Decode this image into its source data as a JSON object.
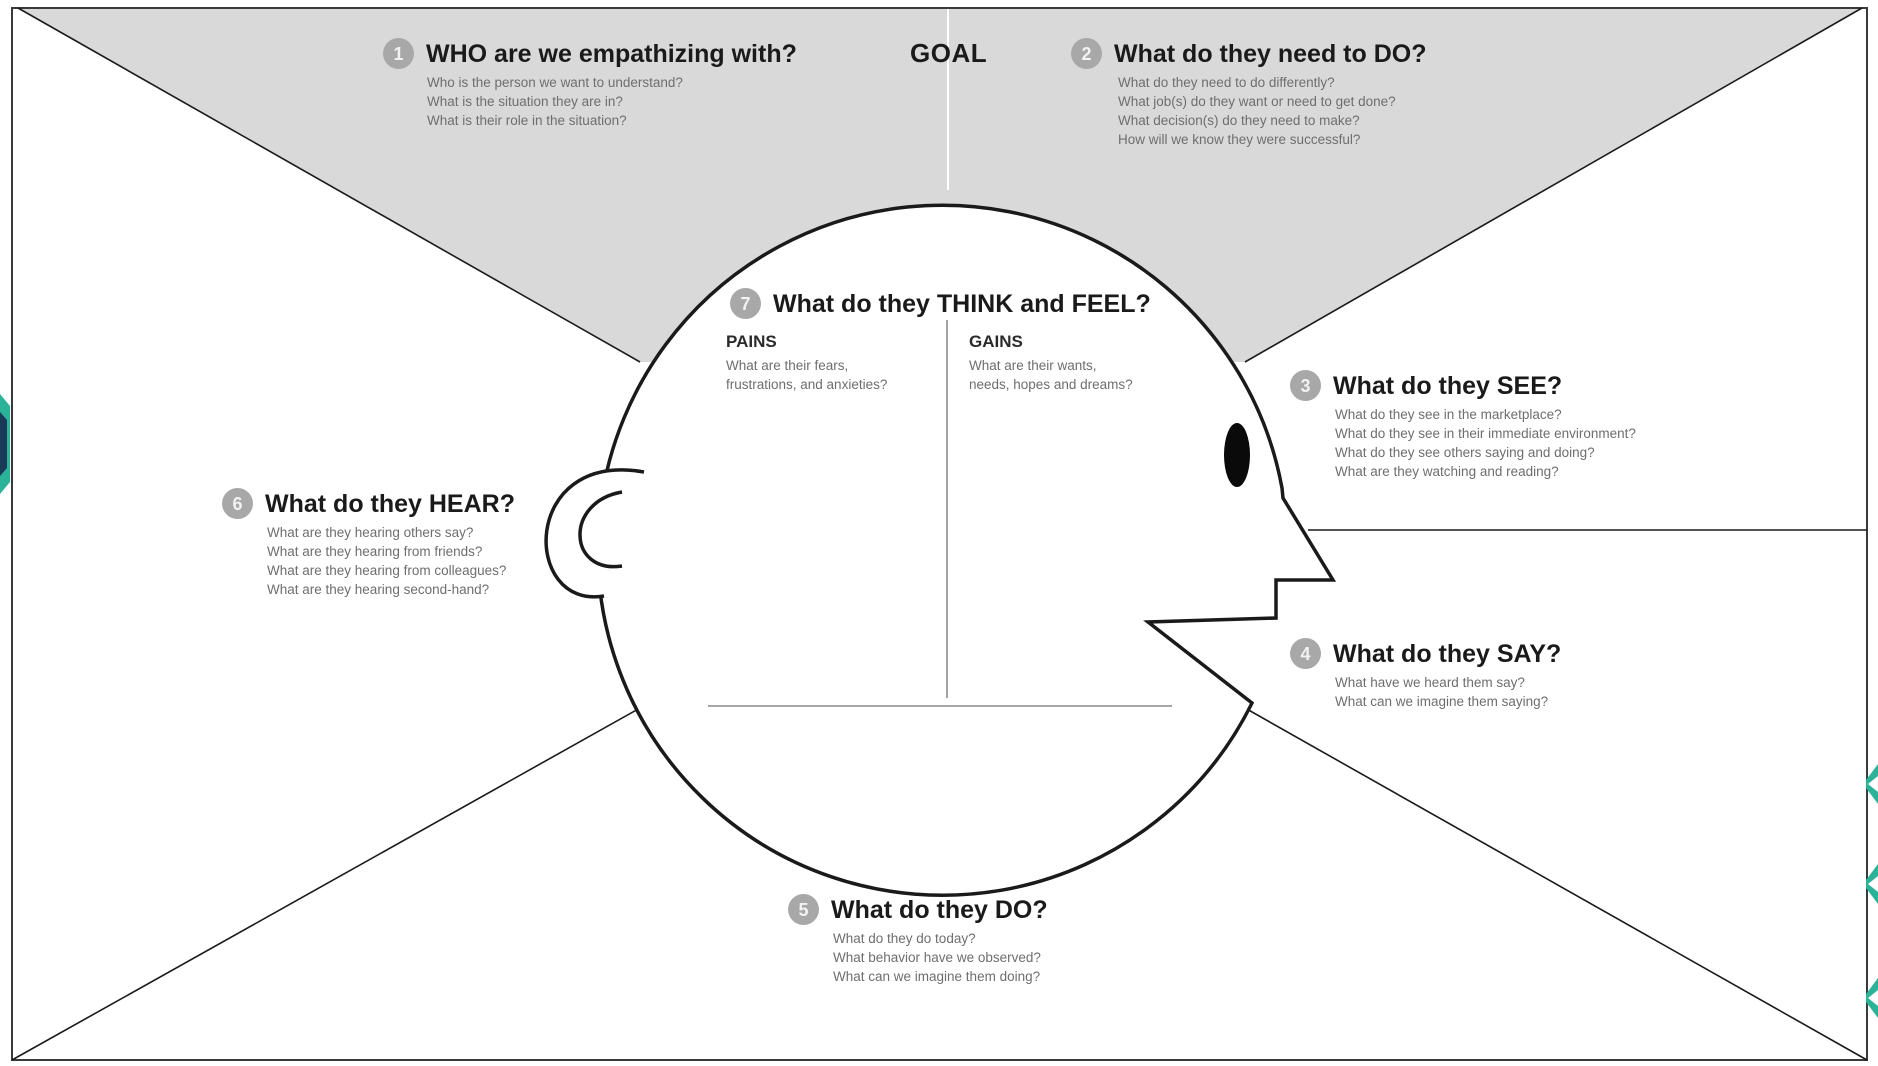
{
  "goal_label": "GOAL",
  "sections": {
    "who": {
      "number": "1",
      "title": "WHO are we empathizing with?",
      "questions": [
        "Who is the person we want to understand?",
        "What is the situation they are in?",
        "What is their role in the situation?"
      ]
    },
    "do_need": {
      "number": "2",
      "title": "What do they need to DO?",
      "questions": [
        "What do they need to do differently?",
        "What job(s) do they want or need to get done?",
        "What decision(s) do they need to make?",
        "How will we know they were successful?"
      ]
    },
    "see": {
      "number": "3",
      "title": "What do they SEE?",
      "questions": [
        "What do they see in the marketplace?",
        "What do they see in their immediate environment?",
        "What do they see others saying and doing?",
        "What are they watching and reading?"
      ]
    },
    "say": {
      "number": "4",
      "title": "What do they SAY?",
      "questions": [
        "What have we heard them say?",
        "What can we imagine them saying?"
      ]
    },
    "do": {
      "number": "5",
      "title": "What do they DO?",
      "questions": [
        "What do they do today?",
        "What behavior have we observed?",
        "What can we imagine them doing?"
      ]
    },
    "hear": {
      "number": "6",
      "title": "What do they HEAR?",
      "questions": [
        "What are they hearing others say?",
        "What are they hearing from friends?",
        "What are they hearing from colleagues?",
        "What are they hearing second-hand?"
      ]
    },
    "think_feel": {
      "number": "7",
      "title": "What do they THINK and FEEL?",
      "pains": {
        "label": "PAINS",
        "lines": [
          "What are their fears,",
          "frustrations, and anxieties?"
        ]
      },
      "gains": {
        "label": "GAINS",
        "lines": [
          "What are their wants,",
          "needs, hopes and dreams?"
        ]
      }
    }
  },
  "colors": {
    "goal_area": "#d9d9d9",
    "lines": "#1a1a1a",
    "badge": "#a8a8a8",
    "question_text": "#6e6e6e",
    "accent_teal": "#2bb39a",
    "accent_navy": "#1b3a57"
  }
}
